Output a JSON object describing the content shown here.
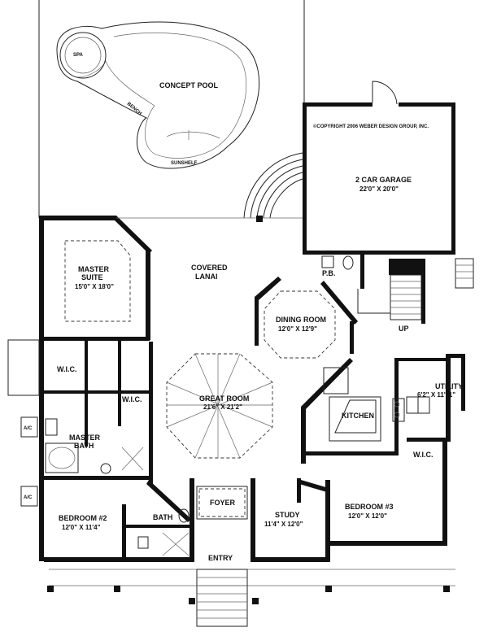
{
  "rooms": {
    "spa": "SPA",
    "concept_pool": "CONCEPT POOL",
    "bench": "BENCH",
    "sunshelf": "SUNSHELF",
    "copyright": "©COPYRIGHT 2006 WEBER DESIGN GROUP, INC.",
    "garage": {
      "name": "2 CAR GARAGE",
      "size": "22'0\" X 20'0\""
    },
    "master_suite": {
      "name1": "MASTER",
      "name2": "SUITE",
      "size": "15'0\" X 18'0\""
    },
    "covered_lanai": {
      "name1": "COVERED",
      "name2": "LANAI"
    },
    "dining_room": {
      "name": "DINING ROOM",
      "size": "12'0\" X 12'9\""
    },
    "pb": "P.B.",
    "up": "UP",
    "wic_left": "W.I.C.",
    "wic_mid": "W.I.C.",
    "wic_right": "W.I.C.",
    "great_room": {
      "name": "GREAT ROOM",
      "size": "21'6\" X 21'2\""
    },
    "kitchen": "KITCHEN",
    "utility": {
      "name": "UTILITY",
      "size": "6'2\" X 11'11\""
    },
    "master_bath": {
      "name1": "MASTER",
      "name2": "BATH"
    },
    "ac_top": "A/C",
    "ac_bottom": "A/C",
    "foyer": "FOYER",
    "bath": "BATH",
    "bedroom2": {
      "name": "BEDROOM #2",
      "size": "12'0\" X 11'4\""
    },
    "study": {
      "name": "STUDY",
      "size": "11'4\" X 12'0\""
    },
    "bedroom3": {
      "name": "BEDROOM #3",
      "size": "12'0\" X 12'0\""
    },
    "entry": "ENTRY"
  }
}
